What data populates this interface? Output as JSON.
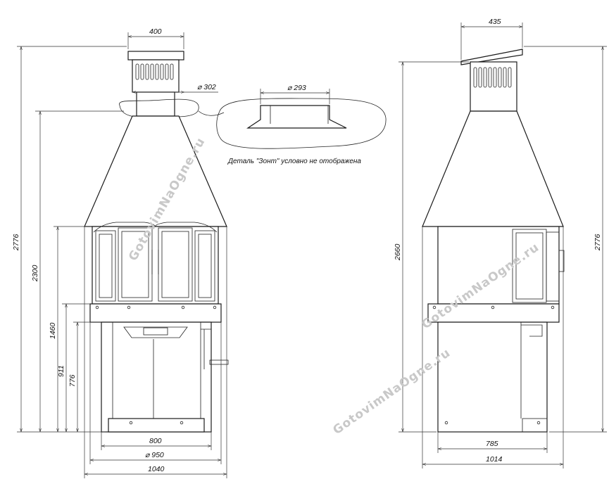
{
  "front_view": {
    "dims": {
      "chimney_width": "400",
      "chimney_diameter": "⌀ 302",
      "total_height": "2776",
      "hood_height": "2300",
      "body_height": "1460",
      "firebox_height": "911",
      "base_height": "776",
      "inner_width": "800",
      "round_diameter": "⌀ 950",
      "outer_width": "1040"
    }
  },
  "detail": {
    "dim": "⌀ 293",
    "note": "Деталь \"Зонт\" условно не отображена"
  },
  "side_view": {
    "dims": {
      "top_width": "435",
      "side_height": "2660",
      "total_height": "2776",
      "inner_depth": "785",
      "outer_depth": "1014"
    }
  },
  "watermarks": [
    "GotovimNaOgne.ru",
    "GotovimNaOgne.ru",
    "GotovimNaOgne.ru"
  ],
  "colors": {
    "line": "#1a1a1a",
    "watermark": "#c8c8c8",
    "background": "#ffffff"
  }
}
